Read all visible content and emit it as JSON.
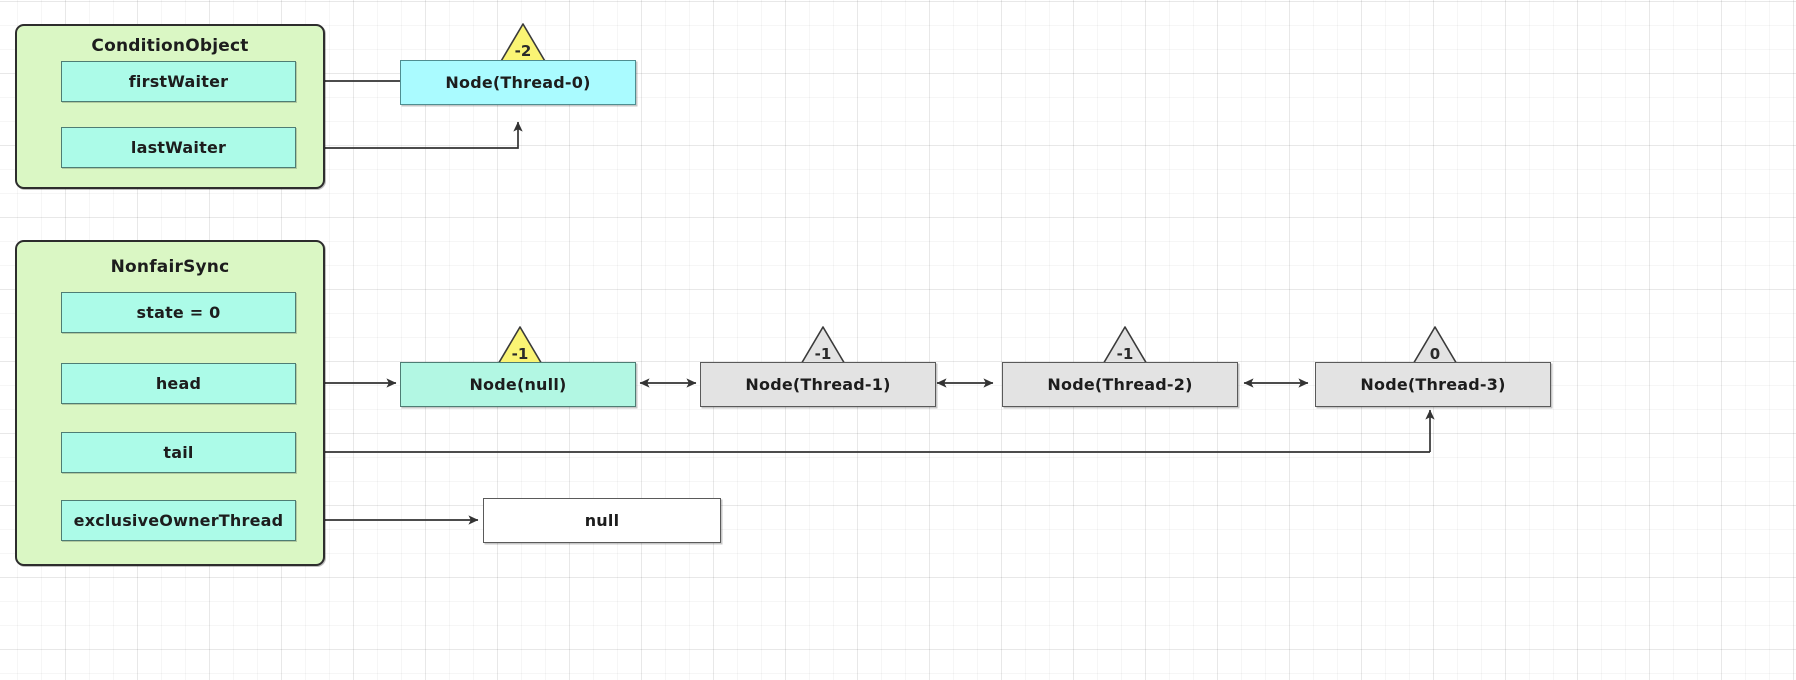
{
  "diagram": {
    "title_hidden": "",
    "background": "#ffffff",
    "grid": true
  },
  "colors": {
    "container_fill": "#DAF7C4",
    "container_stroke": "#2d2d2d",
    "field_fill": "#ACFBE8",
    "field_stroke": "#4e7d74",
    "node_cyan": "#AAFBFF",
    "node_mint": "#B2F7E3",
    "node_grey": "#E3E3E3",
    "node_white": "#FFFFFF",
    "triangle_yellow": "#FAF474",
    "triangle_grey": "#E3E3E3",
    "arrow": "#333333"
  },
  "condition_object": {
    "title": "ConditionObject",
    "fields": [
      {
        "label": "firstWaiter"
      },
      {
        "label": "lastWaiter"
      }
    ]
  },
  "nonfair_sync": {
    "title": "NonfairSync",
    "fields": [
      {
        "label": "state = 0"
      },
      {
        "label": "head"
      },
      {
        "label": "tail"
      },
      {
        "label": "exclusiveOwnerThread"
      }
    ]
  },
  "condition_queue": {
    "nodes": [
      {
        "label": "Node(Thread-0)",
        "wait_status": "-2",
        "fill": "cyan",
        "status_fill": "yellow"
      }
    ]
  },
  "sync_queue": {
    "nodes": [
      {
        "label": "Node(null)",
        "wait_status": "-1",
        "fill": "mint",
        "status_fill": "yellow"
      },
      {
        "label": "Node(Thread-1)",
        "wait_status": "-1",
        "fill": "grey",
        "status_fill": "grey"
      },
      {
        "label": "Node(Thread-2)",
        "wait_status": "-1",
        "fill": "grey",
        "status_fill": "grey"
      },
      {
        "label": "Node(Thread-3)",
        "wait_status": "0",
        "fill": "grey",
        "status_fill": "grey"
      }
    ]
  },
  "owner_value": {
    "label": "null"
  }
}
